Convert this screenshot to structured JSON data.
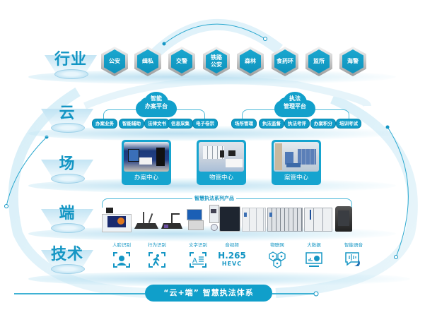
{
  "title": "“云+端” 智慧执法体系",
  "colors": {
    "primary": "#109fca",
    "label_text": "#1496c4",
    "band": "#cde9f5",
    "hex_border": "#b0b0b0"
  },
  "rows": {
    "industry": {
      "label": "行业",
      "items": [
        "公安",
        "缉私",
        "交警",
        "铁路公安",
        "森林",
        "食药环",
        "监所",
        "海警"
      ]
    },
    "cloud": {
      "label": "云",
      "platforms": [
        {
          "name": "智能\n办案平台",
          "line1": "智能",
          "line2": "办案平台",
          "modules": [
            "办案业务",
            "智能辅助",
            "法律文书",
            "信息采集",
            "电子卷宗"
          ]
        },
        {
          "name": "执法\n管理平台",
          "line1": "执法",
          "line2": "管理平台",
          "modules": [
            "场所管理",
            "执法监督",
            "执法考评",
            "办案积分",
            "培训考试"
          ]
        }
      ]
    },
    "venue": {
      "label": "场",
      "centers": [
        "办案中心",
        "物管中心",
        "案管中心"
      ]
    },
    "terminal": {
      "label": "端",
      "series_title": "智慧执法系列产品",
      "products": [
        "interrogation-console",
        "evidence-scanner",
        "document-camera",
        "pos-terminal",
        "id-kiosk",
        "touch-panel",
        "storage-locker-small",
        "storage-locker-large",
        "storage-locker-tall",
        "inquiry-booth"
      ]
    },
    "tech": {
      "label": "技术",
      "items": [
        {
          "name": "人脸识别",
          "icon": "face-recognition-icon"
        },
        {
          "name": "行为识别",
          "icon": "behavior-recognition-icon"
        },
        {
          "name": "文字识别",
          "icon": "text-recognition-icon"
        },
        {
          "name": "音视频",
          "icon": "video-codec-icon",
          "line1": "H.265",
          "line2": "HEVC"
        },
        {
          "name": "物联网",
          "icon": "iot-icon"
        },
        {
          "name": "大数据",
          "icon": "big-data-icon"
        },
        {
          "name": "智能语音",
          "icon": "voice-icon"
        }
      ]
    }
  }
}
